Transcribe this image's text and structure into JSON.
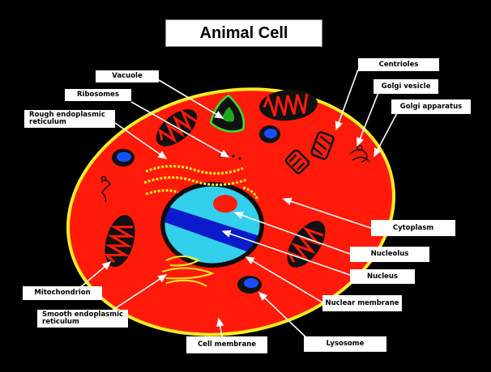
{
  "title": "Animal Cell",
  "labels": {
    "vacuole": "Vacuole",
    "ribosomes": "Ribosomes",
    "rough_er": "Rough endoplasmic\nreticulum",
    "centrioles": "Centrioles",
    "golgi_vesicle": "Golgi vesicle",
    "golgi_apparatus": "Golgi apparatus",
    "cytoplasm": "Cytoplasm",
    "nucleolus": "Nucleolus",
    "nucleus": "Nucleus",
    "nuclear_membrane": "Nuclear membrane",
    "lysosome": "Lysosome",
    "cell_membrane": "Cell membrane",
    "mitochondrion": "Mitochondrion",
    "smooth_er": "Smooth endoplasmic\nreticulum"
  },
  "colors": {
    "background": "#000000",
    "cytoplasm": "#ff1a0a",
    "membrane": "#ffee22",
    "nucleus_light": "#33d0ee",
    "nucleus_dark": "#0a1acc",
    "nucleolus": "#ff1a0a",
    "vacuole": "#1fa81f",
    "lysosome": "#1a4fff",
    "arrow": "#ffffff"
  }
}
